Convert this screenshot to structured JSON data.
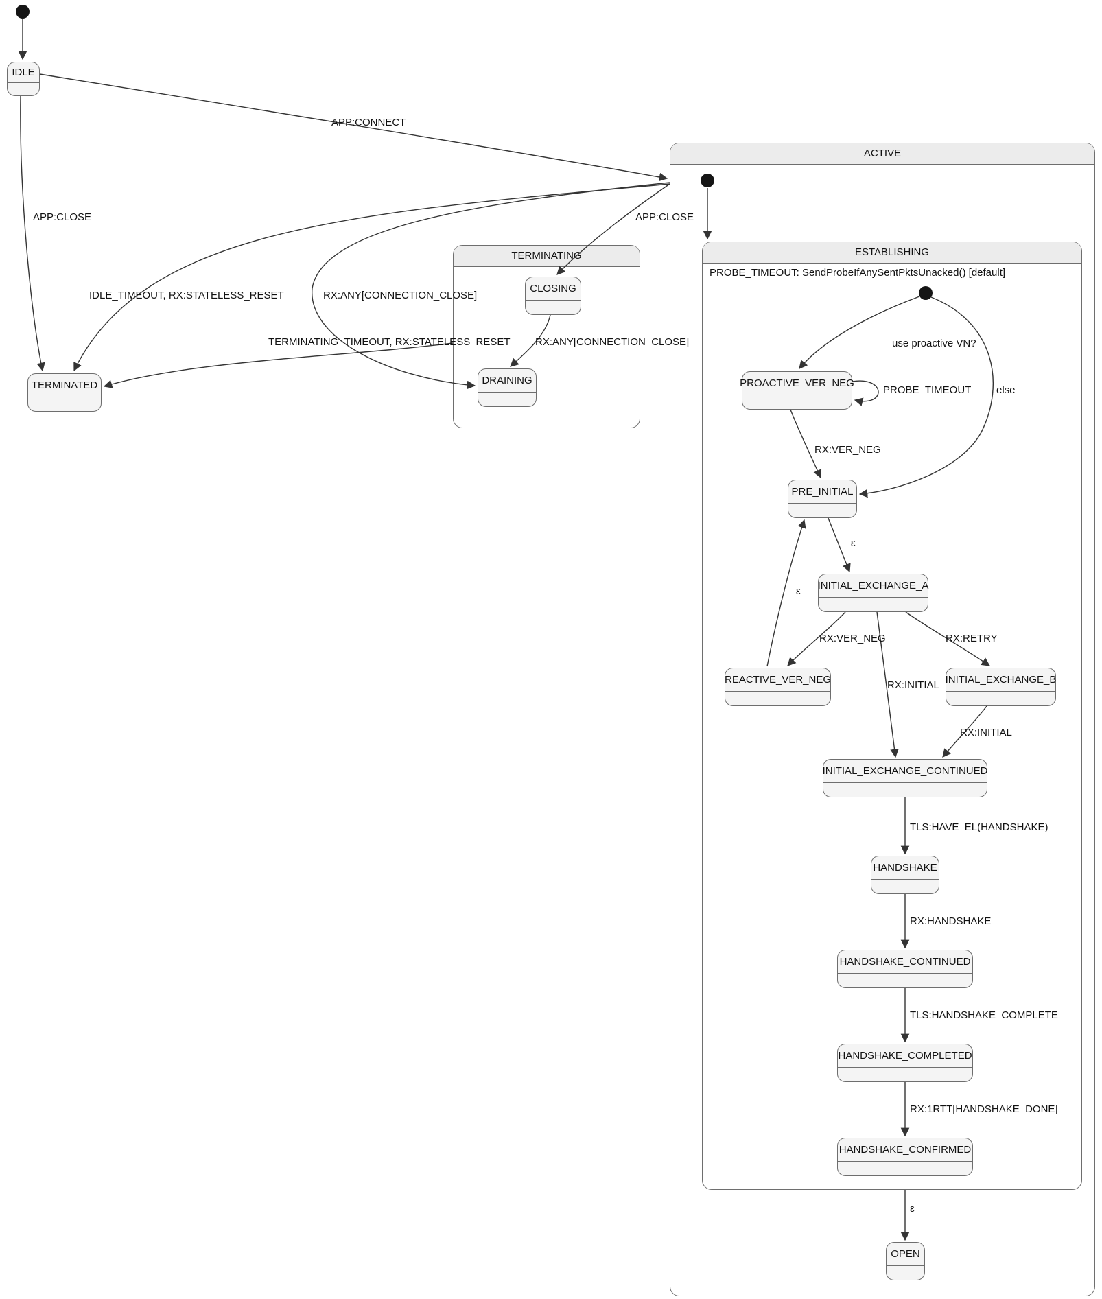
{
  "diagram": {
    "kind": "uml-state-machine",
    "colors": {
      "state_fill": "#f4f4f4",
      "state_border": "#6e6e6e",
      "header_fill": "#ececec",
      "line": "#343434",
      "text": "#121212",
      "background": "#ffffff"
    },
    "composites": {
      "active": {
        "title": "ACTIVE"
      },
      "terminating": {
        "title": "TERMINATING"
      },
      "establishing": {
        "title": "ESTABLISHING",
        "internal_action": "PROBE_TIMEOUT: SendProbeIfAnySentPktsUnacked() [default]"
      }
    },
    "states": {
      "idle": "IDLE",
      "terminated": "TERMINATED",
      "closing": "CLOSING",
      "draining": "DRAINING",
      "proactive_ver_neg": "PROACTIVE_VER_NEG",
      "pre_initial": "PRE_INITIAL",
      "initial_exchange_a": "INITIAL_EXCHANGE_A",
      "reactive_ver_neg": "REACTIVE_VER_NEG",
      "initial_exchange_b": "INITIAL_EXCHANGE_B",
      "initial_exchange_continued": "INITIAL_EXCHANGE_CONTINUED",
      "handshake": "HANDSHAKE",
      "handshake_continued": "HANDSHAKE_CONTINUED",
      "handshake_completed": "HANDSHAKE_COMPLETED",
      "handshake_confirmed": "HANDSHAKE_CONFIRMED",
      "open": "OPEN"
    },
    "transitions": [
      {
        "from": "initial",
        "to": "IDLE",
        "label": ""
      },
      {
        "from": "IDLE",
        "to": "ACTIVE",
        "label": "APP:CONNECT"
      },
      {
        "from": "IDLE",
        "to": "TERMINATED",
        "label": "APP:CLOSE"
      },
      {
        "from": "ACTIVE",
        "to": "TERMINATED",
        "label": "IDLE_TIMEOUT, RX:STATELESS_RESET"
      },
      {
        "from": "ACTIVE",
        "to": "DRAINING",
        "label": "RX:ANY[CONNECTION_CLOSE]"
      },
      {
        "from": "TERMINATING",
        "to": "TERMINATED",
        "label": "TERMINATING_TIMEOUT, RX:STATELESS_RESET"
      },
      {
        "from": "ACTIVE",
        "to": "CLOSING",
        "label": "APP:CLOSE"
      },
      {
        "from": "CLOSING",
        "to": "DRAINING",
        "label": "RX:ANY[CONNECTION_CLOSE]"
      },
      {
        "from": "initial-active",
        "to": "ESTABLISHING",
        "label": ""
      },
      {
        "from": "initial-establishing",
        "to": "PROACTIVE_VER_NEG",
        "label": "use proactive VN?"
      },
      {
        "from": "PROACTIVE_VER_NEG",
        "to": "PROACTIVE_VER_NEG",
        "label": "PROBE_TIMEOUT"
      },
      {
        "from": "initial-establishing",
        "to": "PRE_INITIAL",
        "label": "else"
      },
      {
        "from": "PROACTIVE_VER_NEG",
        "to": "PRE_INITIAL",
        "label": "RX:VER_NEG"
      },
      {
        "from": "PRE_INITIAL",
        "to": "INITIAL_EXCHANGE_A",
        "label": "ε"
      },
      {
        "from": "INITIAL_EXCHANGE_A",
        "to": "REACTIVE_VER_NEG",
        "label": "RX:VER_NEG"
      },
      {
        "from": "REACTIVE_VER_NEG",
        "to": "PRE_INITIAL",
        "label": "ε"
      },
      {
        "from": "INITIAL_EXCHANGE_A",
        "to": "INITIAL_EXCHANGE_B",
        "label": "RX:RETRY"
      },
      {
        "from": "INITIAL_EXCHANGE_A",
        "to": "INITIAL_EXCHANGE_CONTINUED",
        "label": "RX:INITIAL"
      },
      {
        "from": "INITIAL_EXCHANGE_B",
        "to": "INITIAL_EXCHANGE_CONTINUED",
        "label": "RX:INITIAL"
      },
      {
        "from": "INITIAL_EXCHANGE_CONTINUED",
        "to": "HANDSHAKE",
        "label": "TLS:HAVE_EL(HANDSHAKE)"
      },
      {
        "from": "HANDSHAKE",
        "to": "HANDSHAKE_CONTINUED",
        "label": "RX:HANDSHAKE"
      },
      {
        "from": "HANDSHAKE_CONTINUED",
        "to": "HANDSHAKE_COMPLETED",
        "label": "TLS:HANDSHAKE_COMPLETE"
      },
      {
        "from": "HANDSHAKE_COMPLETED",
        "to": "HANDSHAKE_CONFIRMED",
        "label": "RX:1RTT[HANDSHAKE_DONE]"
      },
      {
        "from": "ESTABLISHING",
        "to": "OPEN",
        "label": "ε"
      }
    ]
  }
}
